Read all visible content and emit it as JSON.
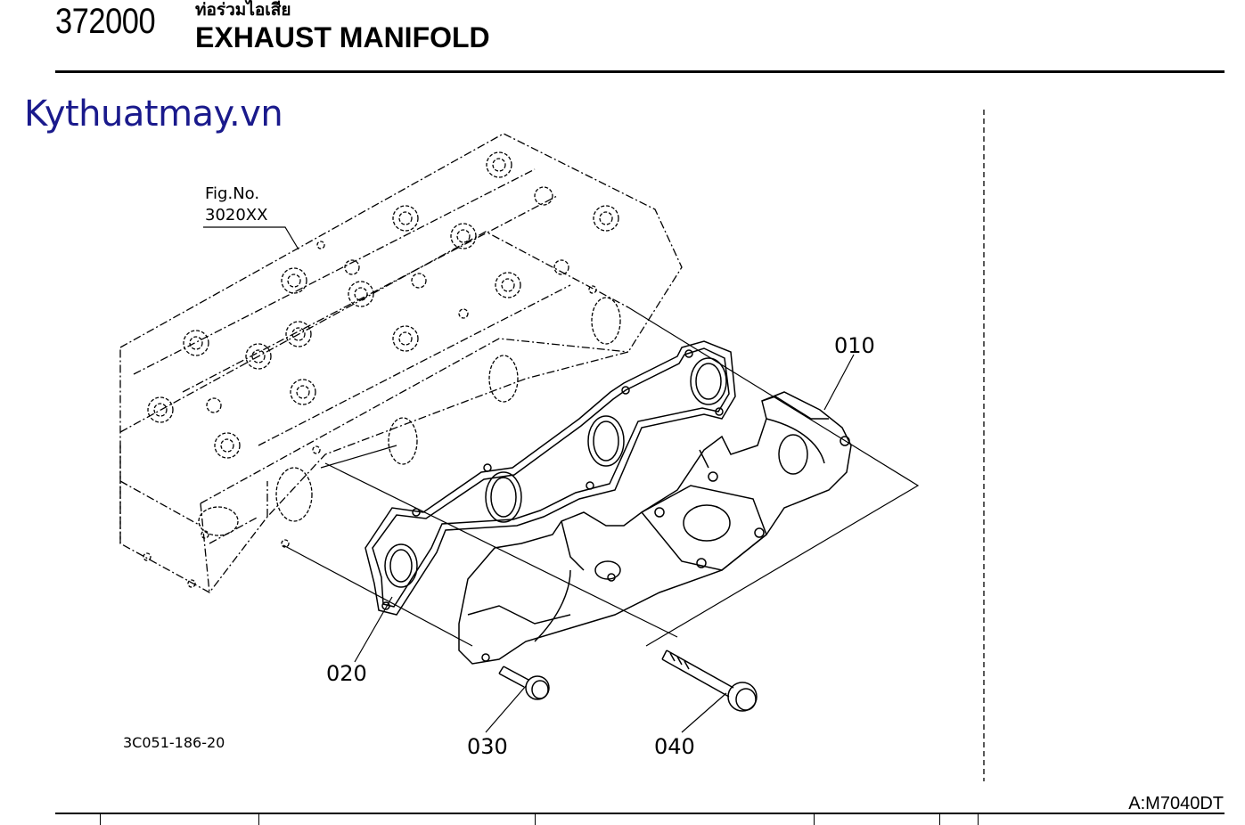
{
  "header": {
    "code": "372000",
    "thai_title": "ท่อร่วมไอเสีย",
    "title": "EXHAUST MANIFOLD"
  },
  "watermark": "Kythuatmay.vn",
  "figure_reference": {
    "label": "Fig.No.",
    "number": "3020XX"
  },
  "callouts": [
    {
      "id": "010"
    },
    {
      "id": "020"
    },
    {
      "id": "030"
    },
    {
      "id": "040"
    }
  ],
  "drawing_id": "3C051-186-20",
  "model": "A:M7040DT"
}
